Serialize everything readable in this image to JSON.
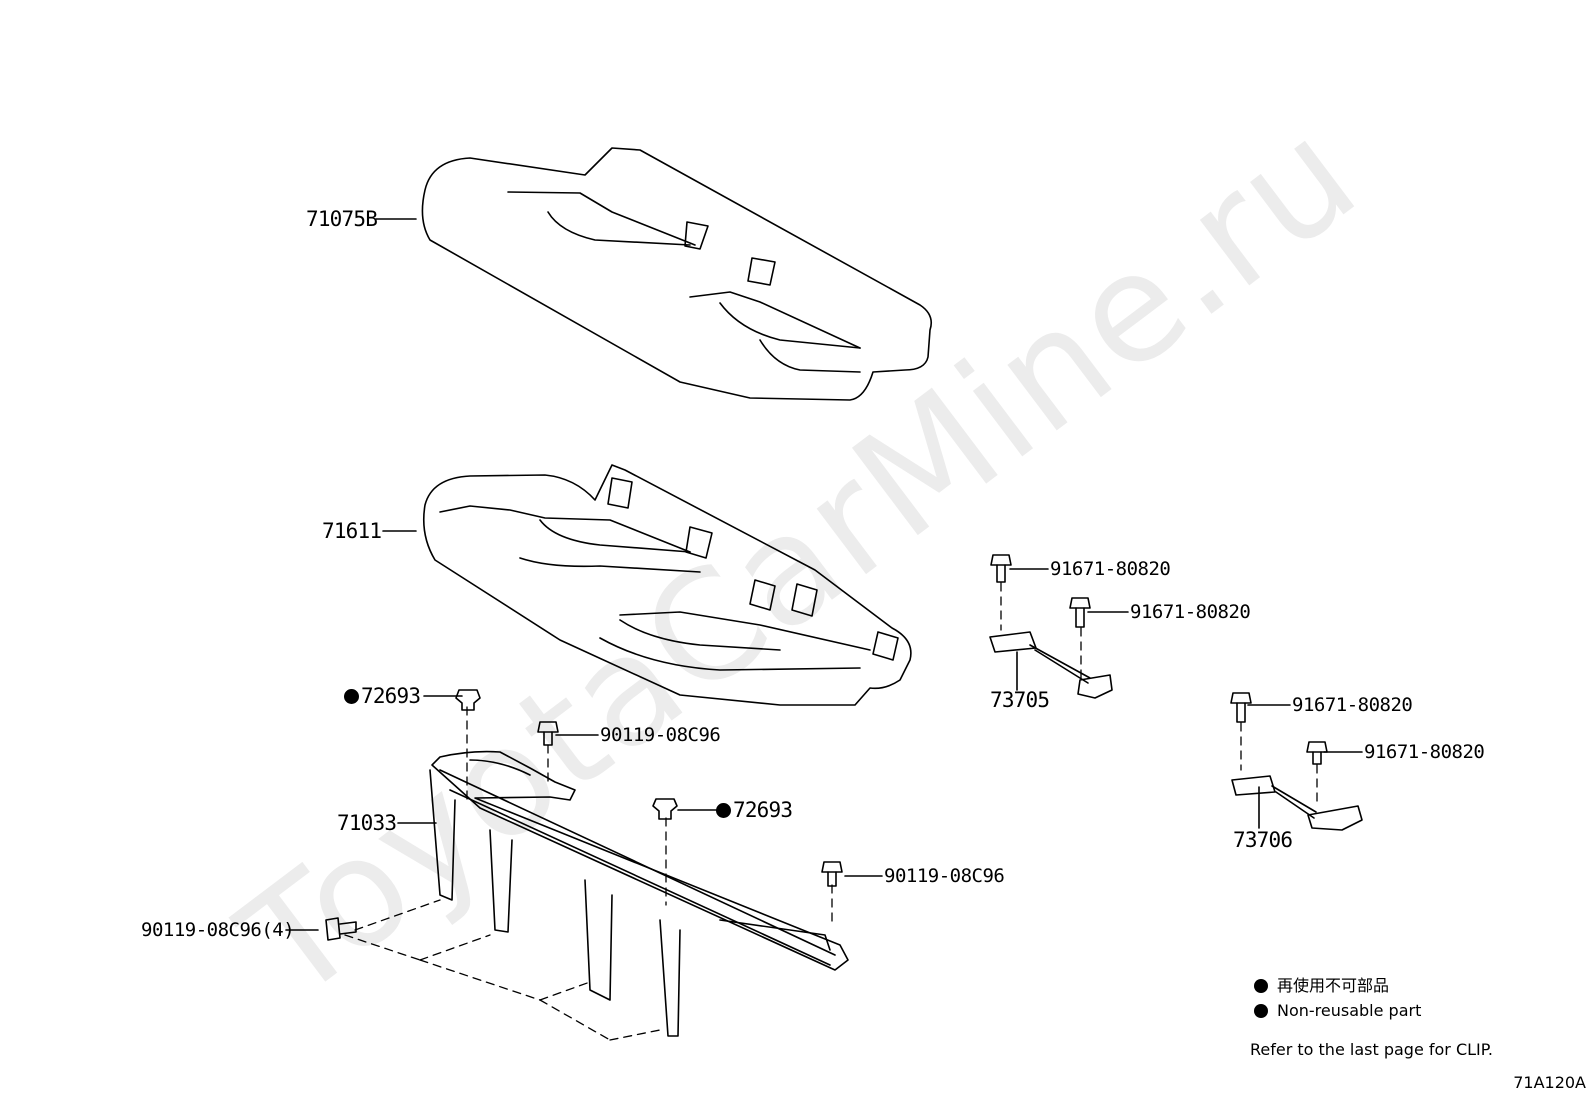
{
  "watermark": "ToyotaCarMine.ru",
  "parts": {
    "p71075b": "71075B",
    "p71611": "71611",
    "p72693_a": "72693",
    "p90119_a": "90119-08C96",
    "p71033": "71033",
    "p72693_b": "72693",
    "p90119_b": "90119-08C96",
    "p90119_c": "90119-08C96(4)",
    "p91671_a": "91671-80820",
    "p91671_b": "91671-80820",
    "p73705": "73705",
    "p91671_c": "91671-80820",
    "p91671_d": "91671-80820",
    "p73706": "73706"
  },
  "legend": {
    "ja": "再使用不可部品",
    "en": "Non-reusable part"
  },
  "note": "Refer to the last page for CLIP.",
  "figure_code": "71A120A"
}
